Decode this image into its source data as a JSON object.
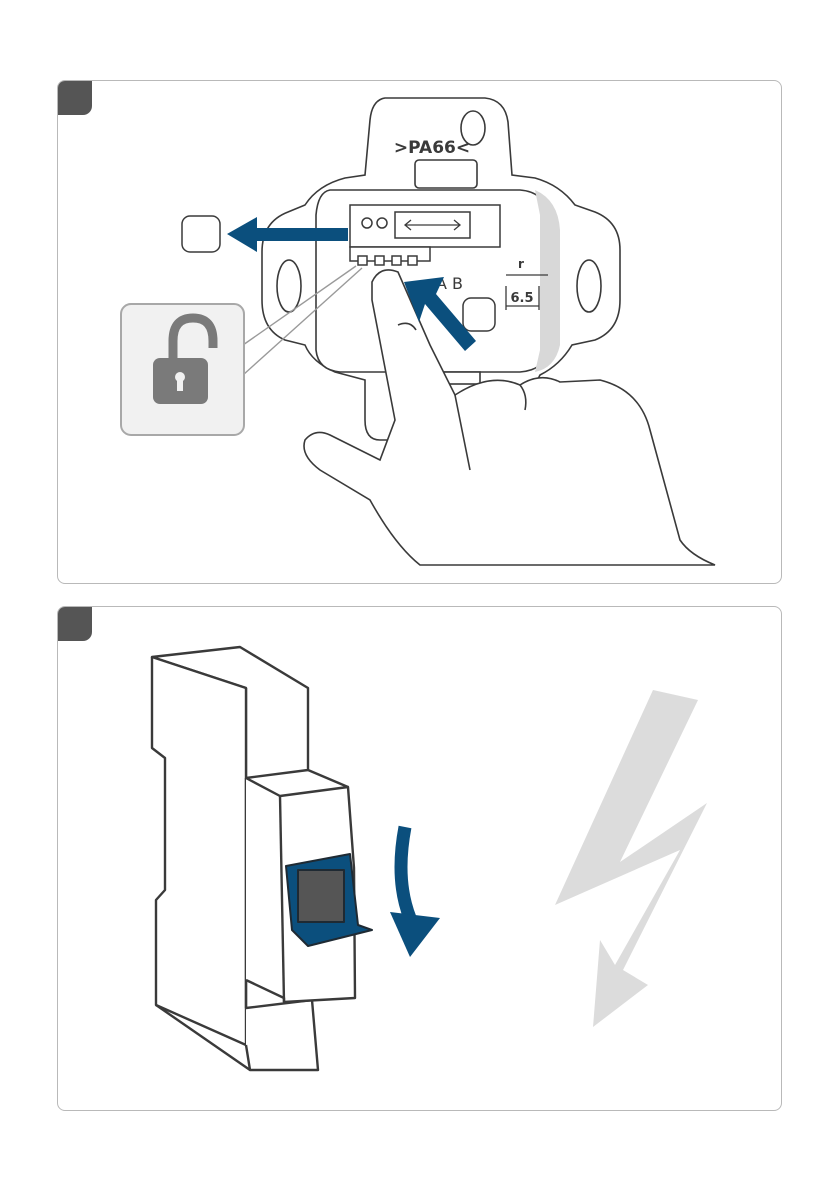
{
  "colors": {
    "accent_blue": "#0b4f7d",
    "outline": "#3a3a3a",
    "light_gray": "#dcdcdc",
    "badge_gray": "#555555",
    "lock_gray": "#7a7a7a"
  },
  "step1": {
    "device_marking": ">PA66<",
    "terminal_label": "A B",
    "strip_length": "6.5",
    "small_mark": "r",
    "icons": [
      "unlock-icon",
      "arrow-left-icon",
      "arrow-push-icon",
      "finger-icon"
    ]
  },
  "step2": {
    "icons": [
      "circuit-breaker-icon",
      "switch-down-arrow-icon",
      "lightning-bolt-icon"
    ]
  }
}
